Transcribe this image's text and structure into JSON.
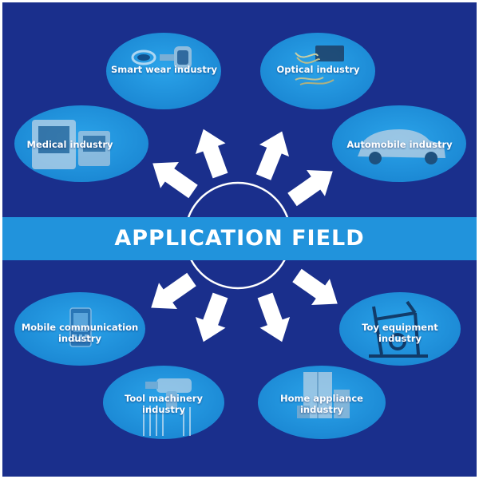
{
  "title": "APPLICATION FIELD",
  "fields": {
    "smart_wear": "Smart wear industry",
    "optical": "Optical industry",
    "medical": "Medical industry",
    "automobile": "Automobile industry",
    "mobile_line1": "Mobile communication",
    "mobile_line2": "industry",
    "toy_line1": "Toy equipment",
    "toy_line2": "industry",
    "tool_line1": "Tool machinery",
    "tool_line2": "industry",
    "home_line1": "Home appliance",
    "home_line2": "industry"
  },
  "icons": {
    "smart_wear": "watch-icon",
    "optical": "fiber-optic-icon",
    "medical": "medical-monitor-icon",
    "automobile": "car-icon",
    "mobile": "phone-icon",
    "toy": "exercise-bike-icon",
    "tool": "drill-icon",
    "home": "refrigerator-icon"
  },
  "colors": {
    "background": "#1a2f8c",
    "banner": "#2193dc",
    "bubble": "#1f8fdc",
    "arrow": "#ffffff",
    "text": "#ffffff"
  }
}
